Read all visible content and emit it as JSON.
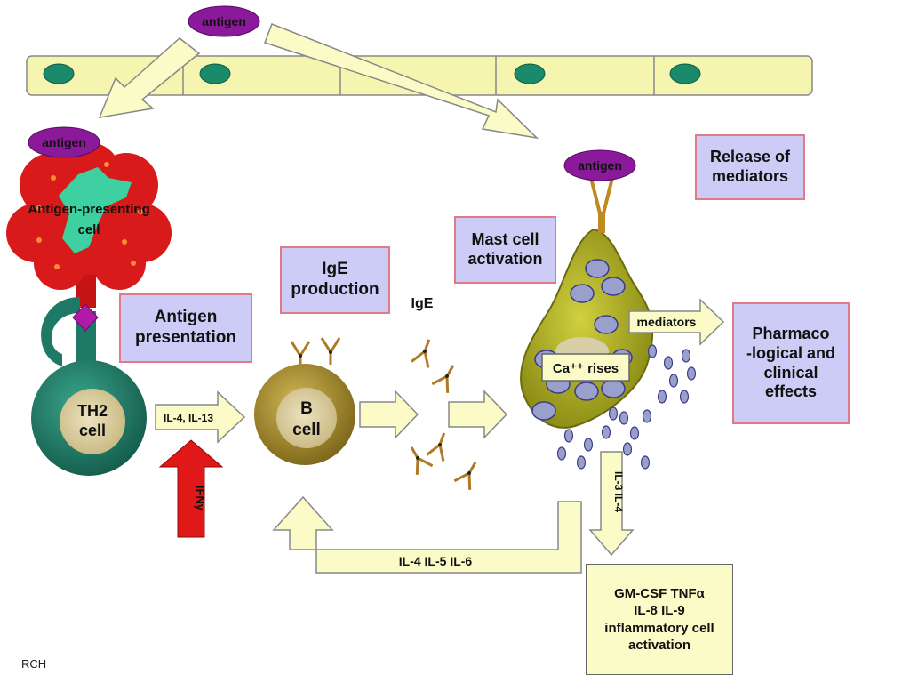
{
  "labels": {
    "antigen_top": "antigen",
    "antigen_apc": "antigen",
    "antigen_mast": "antigen",
    "apc_line1": "Antigen-presenting",
    "apc_line2": "cell",
    "th2_line1": "TH2",
    "th2_line2": "cell",
    "b_line1": "B",
    "b_line2": "cell",
    "il4_il13": "IL-4, IL-13",
    "ifn": "IFNγ",
    "ige": "IgE",
    "ca_rises": "Ca⁺⁺ rises",
    "mediators": "mediators",
    "il3_il4": "IL-3 IL-4",
    "il456": "IL-4  IL-5  IL-6"
  },
  "boxes": {
    "antigen_presentation": [
      "Antigen",
      "presentation"
    ],
    "ige_production": [
      "IgE",
      "production"
    ],
    "mast_cell_activation": [
      "Mast cell",
      "activation"
    ],
    "release_of_mediators": [
      "Release of",
      "mediators"
    ],
    "pharmaco_effects": [
      "Pharmaco",
      "-logical and",
      "clinical",
      "effects"
    ],
    "gm_csf": [
      "GM-CSF TNFα",
      "IL-8 IL-9",
      "inflammatory cell",
      "activation"
    ]
  },
  "credit": "RCH",
  "colors": {
    "epithelium": "#f5f5b0",
    "nucleus": "#1b8a6a",
    "antigen": "#8a1a9a",
    "apc": "#d81a1a",
    "th2": "#1e7a66",
    "bcell": "#a88a28",
    "mast": "#b0b020",
    "granule": "#9aa0cc",
    "box": "#ccccf6",
    "box_border": "#e07a86",
    "arrow": "#fbfbc8",
    "red_arrow": "#e01818"
  }
}
